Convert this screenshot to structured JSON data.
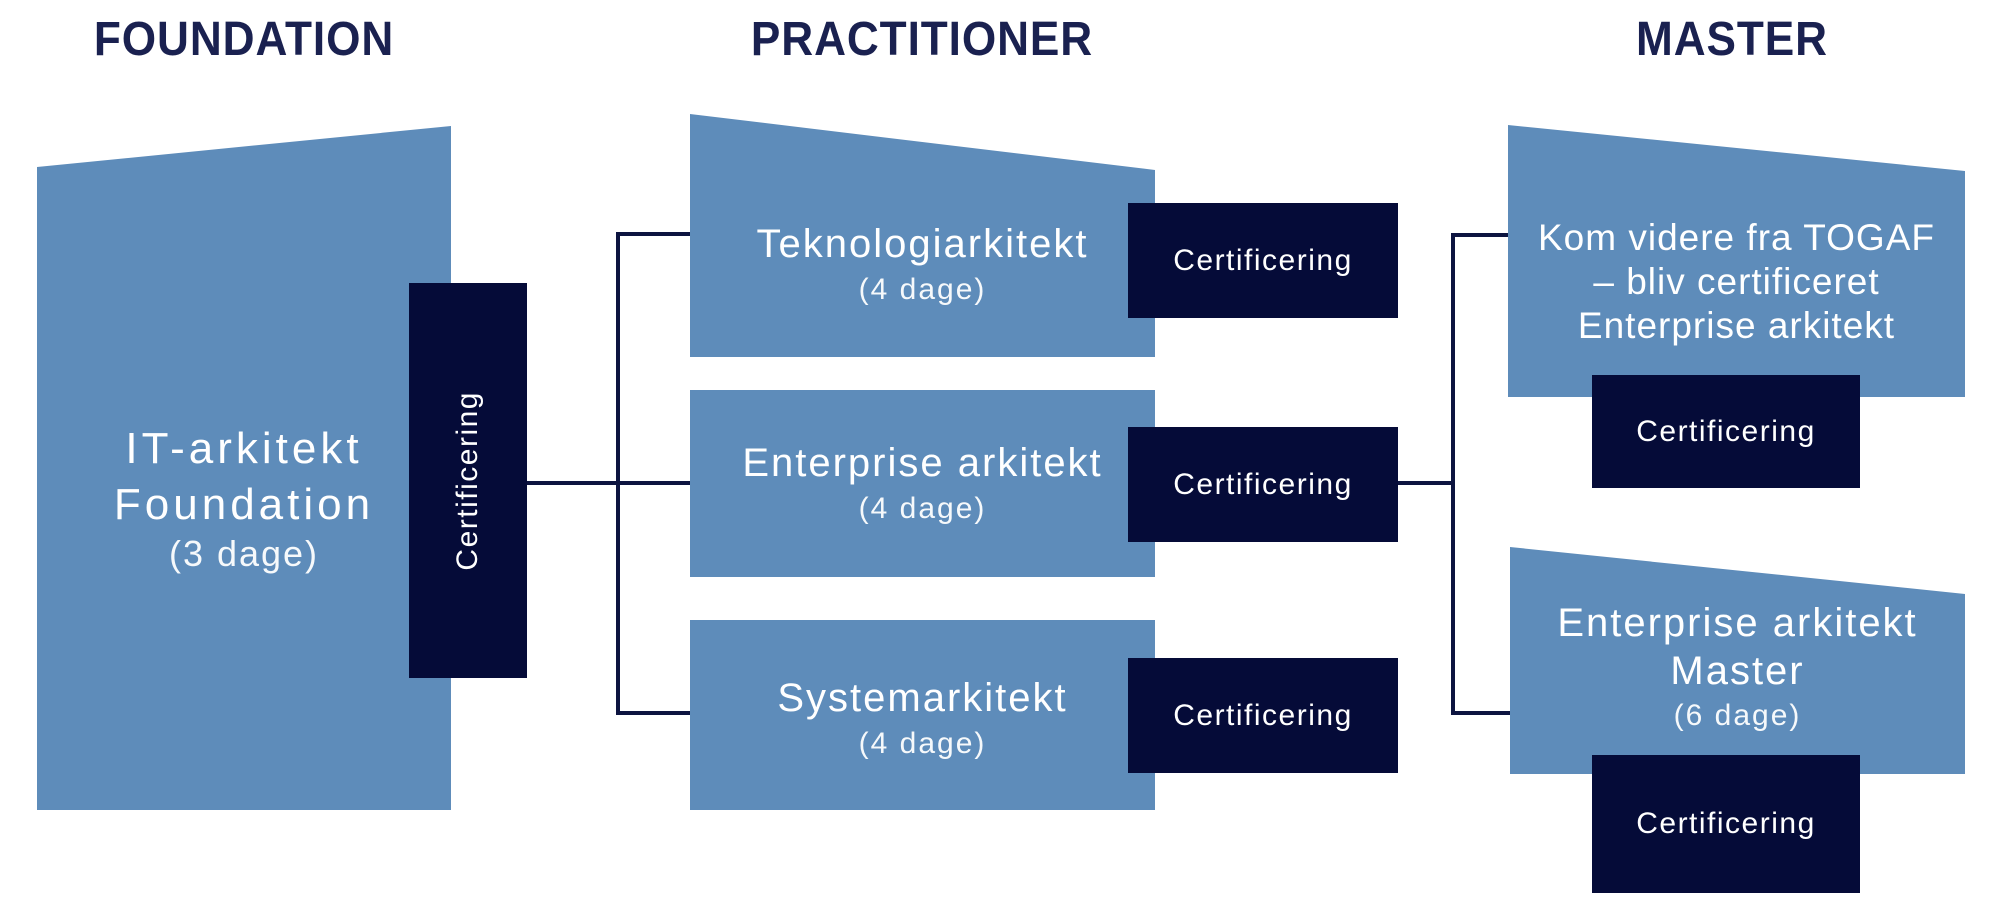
{
  "headers": {
    "foundation": "FOUNDATION",
    "practitioner": "PRACTITIONER",
    "master": "MASTER"
  },
  "labels": {
    "certificering": "Certificering"
  },
  "boxes": {
    "foundation": {
      "title_line1": "IT-arkitekt",
      "title_line2": "Foundation",
      "duration": "(3 dage)"
    },
    "teknologiarkitekt": {
      "title": "Teknologiarkitekt",
      "duration": "(4 dage)"
    },
    "enterprise_arkitekt": {
      "title": "Enterprise arkitekt",
      "duration": "(4 dage)"
    },
    "systemarkitekt": {
      "title": "Systemarkitekt",
      "duration": "(4 dage)"
    },
    "togaf": {
      "line1": "Kom videre fra TOGAF",
      "line2": "– bliv certificeret",
      "line3": "Enterprise arkitekt"
    },
    "enterprise_master": {
      "title_line1": "Enterprise arkitekt",
      "title_line2": "Master",
      "duration": "(6 dage)"
    }
  },
  "colors": {
    "course_box_blue": "#5e8cba",
    "certification_box_navy": "#050b38",
    "header_text_navy": "#1a2150",
    "connector_line": "#0d1440",
    "box_text": "#ffffff",
    "background": "#ffffff"
  }
}
